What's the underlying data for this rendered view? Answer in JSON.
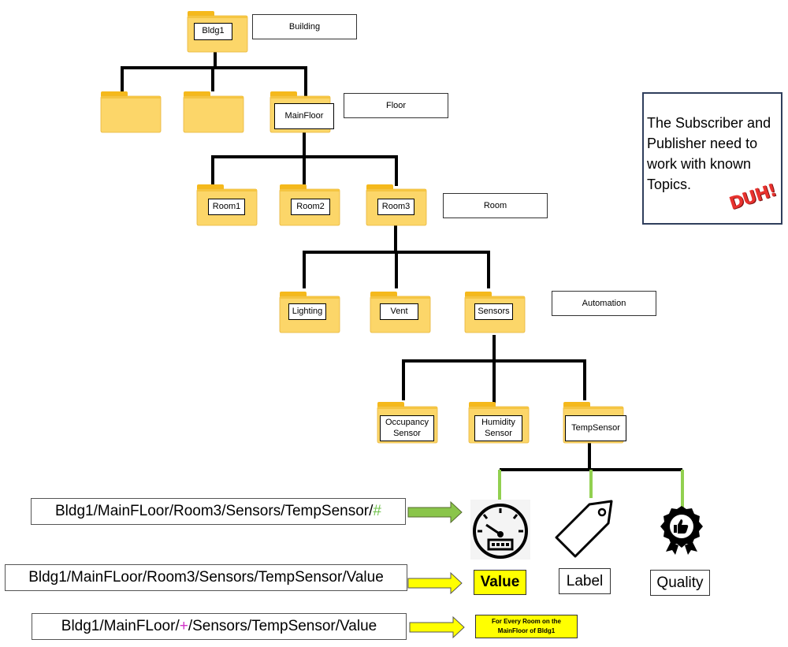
{
  "folders": {
    "bldg1": "Bldg1",
    "mainfloor": "MainFloor",
    "room1": "Room1",
    "room2": "Room2",
    "room3": "Room3",
    "lighting": "Lighting",
    "vent": "Vent",
    "sensors": "Sensors",
    "occupancy_l1": "Occupancy",
    "occupancy_l2": "Sensor",
    "humidity_l1": "Humidity",
    "humidity_l2": "Sensor",
    "tempsensor": "TempSensor"
  },
  "levels": {
    "building": "Building",
    "floor": "Floor",
    "room": "Room",
    "automation": "Automation"
  },
  "note": {
    "text": "The Subscriber and Publisher need to work with known Topics.",
    "stamp": "DUH!"
  },
  "topics": {
    "t1_prefix": "Bldg1/MainFLoor/Room3/Sensors/TempSensor/",
    "t1_wildcard": "#",
    "t2": "Bldg1/MainFLoor/Room3/Sensors/TempSensor/Value",
    "t3_prefix": "Bldg1/MainFLoor/",
    "t3_wildcard": "+",
    "t3_suffix": "/Sensors/TempSensor/Value"
  },
  "outputs": {
    "value": "Value",
    "label": "Label",
    "quality": "Quality",
    "every_room": "For Every Room on the MainFloor of Bldg1"
  },
  "icons": [
    "folder-icon",
    "gauge-icon",
    "tag-icon",
    "quality-badge-icon"
  ],
  "colors": {
    "folder": "#fcd669",
    "folder_tab": "#f5b91c",
    "arrow_green": "#8ac54a",
    "arrow_yellow": "#ffff00",
    "wildcard_hash": "#6ec04a",
    "wildcard_plus": "#d233c8"
  }
}
